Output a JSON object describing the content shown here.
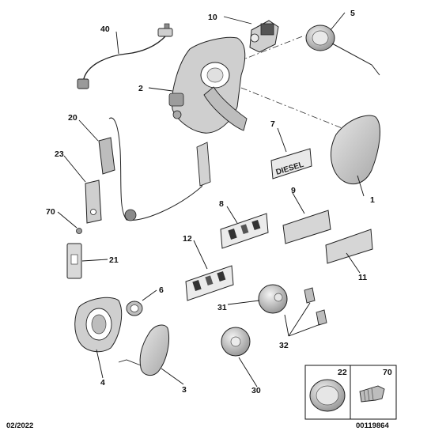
{
  "callouts": {
    "c1": "1",
    "c2": "2",
    "c3": "3",
    "c4": "4",
    "c5": "5",
    "c6": "6",
    "c7": "7",
    "c8": "8",
    "c9": "9",
    "c10": "10",
    "c11": "11",
    "c12": "12",
    "c20": "20",
    "c21": "21",
    "c22": "22",
    "c23": "23",
    "c30": "30",
    "c31": "31",
    "c32": "32",
    "c40": "40",
    "c70": "70"
  },
  "inset": {
    "left_label": "22",
    "right_label": "70"
  },
  "badge_text": "DIESEL",
  "footer": {
    "date": "02/2022",
    "reference": "00119864"
  },
  "colors": {
    "part_fill": "#d9d9d9",
    "part_dark": "#8a8a8a",
    "line": "#222222"
  }
}
